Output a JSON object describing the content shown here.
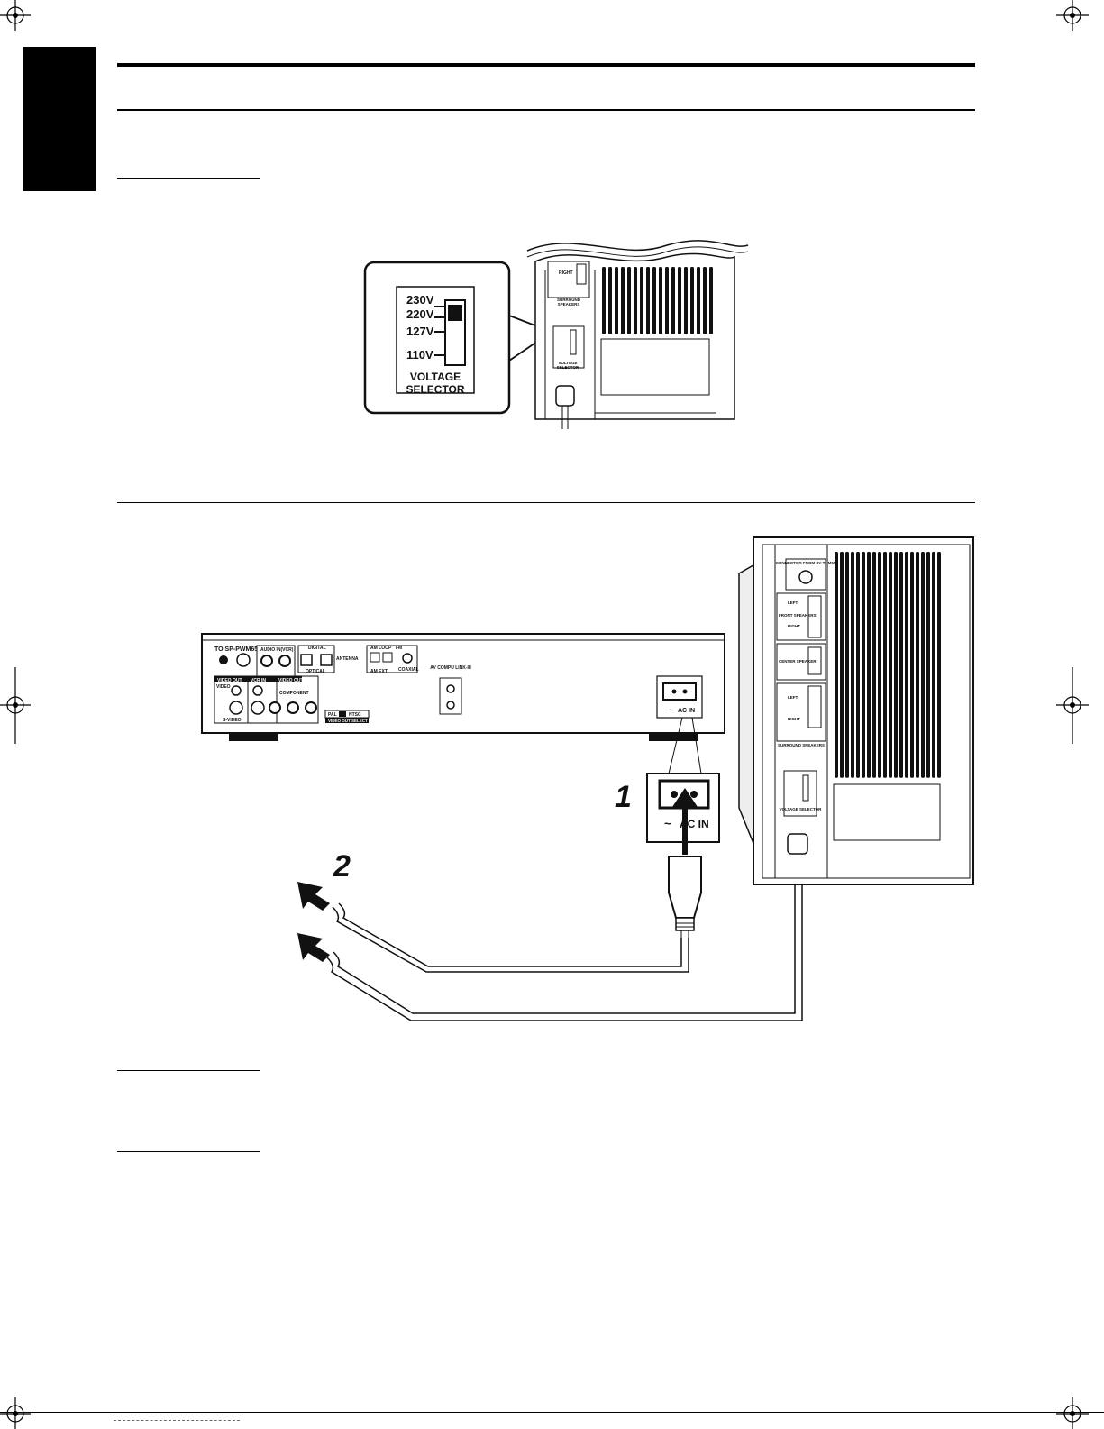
{
  "voltage_selector": {
    "values": [
      "230V",
      "220V",
      "127V",
      "110V"
    ],
    "title_line1": "VOLTAGE",
    "title_line2": "SELECTOR",
    "small_title_line1": "VOLTAGE",
    "small_title_line2": "SELECTOR",
    "speaker_panel_right": "RIGHT",
    "speaker_panel_label_line1": "SURROUND",
    "speaker_panel_label_line2": "SPEAKERS"
  },
  "main_unit": {
    "to_label": "TO SP-PWM65",
    "audio_in": "AUDIO IN(VCR)",
    "digital": "DIGITAL",
    "optical": "OPTICAL",
    "antenna": "ANTENNA",
    "am_loop": "AM LOOP",
    "fm": "FM",
    "coaxial": "COAXIAL",
    "am_ext": "AM EXT",
    "video_out": "VIDEO OUT",
    "vcr_in": "VCR IN",
    "video": "VIDEO",
    "component": "COMPONENT",
    "s_video": "S-VIDEO",
    "pal": "PAL",
    "ntsc": "NTSC",
    "video_out_select": "VIDEO OUT SELECT",
    "av_compu": "AV COMPU LINK-III",
    "ac_in": "AC IN"
  },
  "subwoofer": {
    "connector": "CONNECTOR FROM XV-THM65",
    "left": "LEFT",
    "right": "RIGHT",
    "front_speakers": "FRONT SPEAKERS",
    "center_speaker": "CENTER SPEAKER",
    "surround_speakers": "SURROUND SPEAKERS",
    "voltage_selector": "VOLTAGE SELECTOR"
  },
  "callout": {
    "ac_in": "AC IN",
    "tilde": "~"
  },
  "steps": [
    "1",
    "2"
  ]
}
